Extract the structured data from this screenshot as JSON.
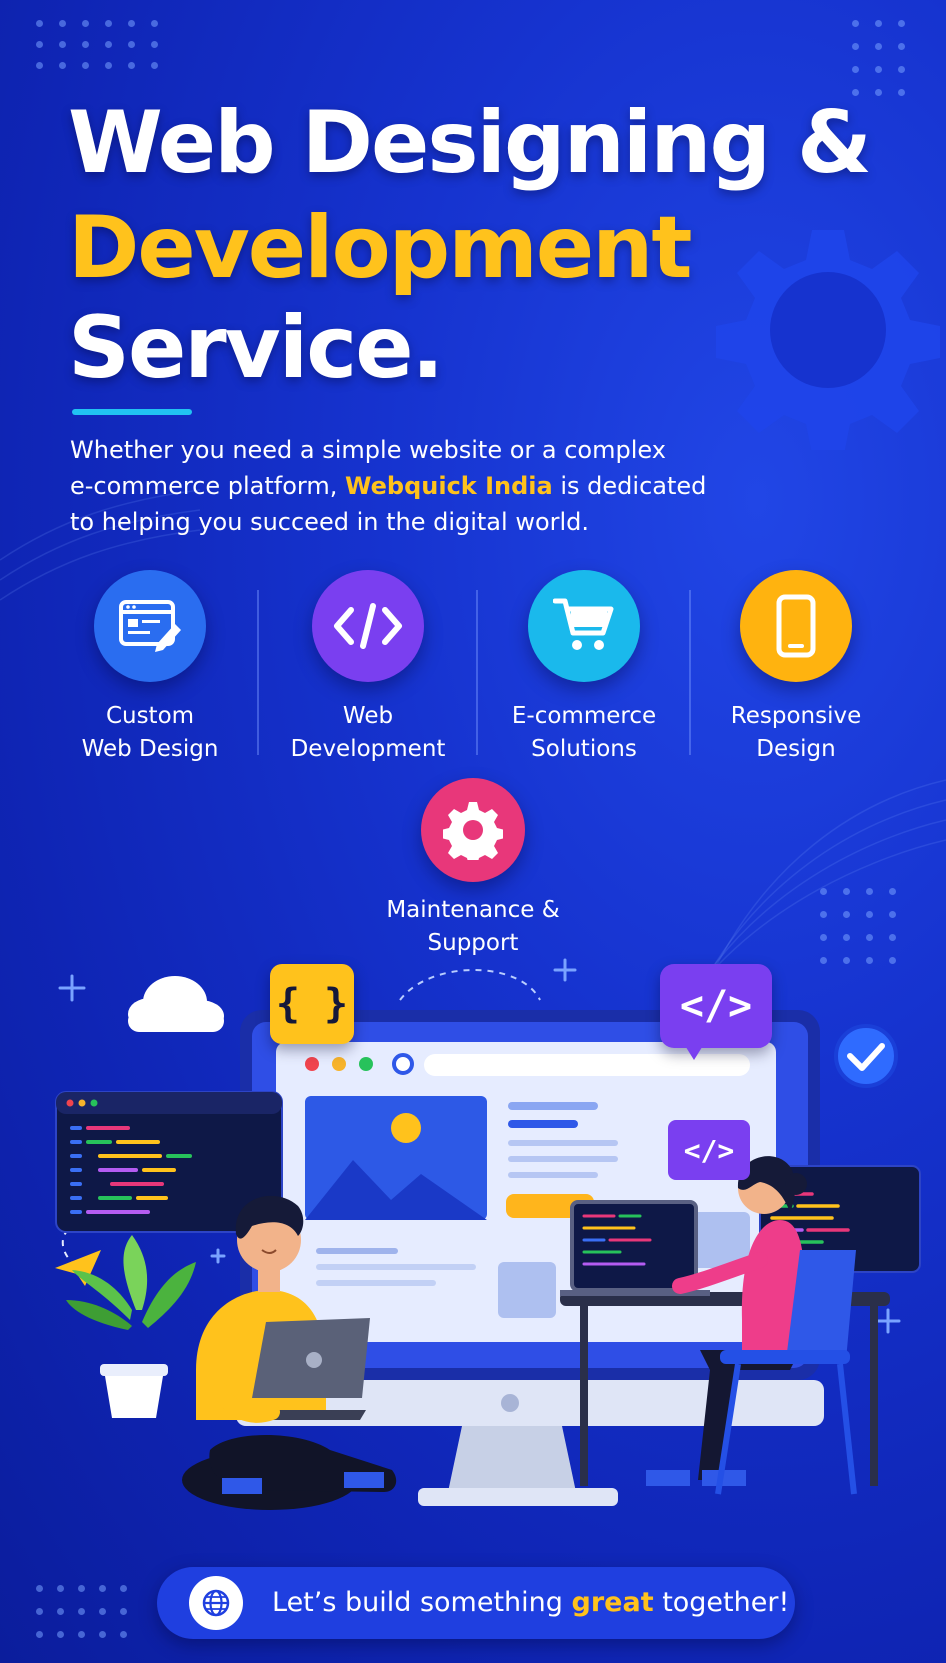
{
  "headline": {
    "line1": "Web Designing &",
    "line2": "Development",
    "line3": "Service."
  },
  "description": {
    "line1": "Whether you need a simple website or a complex",
    "line2_before": "e-commerce platform, ",
    "brand": "Webquick India",
    "line2_after": " is dedicated",
    "line3": "to helping you succeed in the digital world."
  },
  "services": [
    {
      "icon": "web-design-icon",
      "line1": "Custom",
      "line2": "Web Design",
      "color": "#2a6df0"
    },
    {
      "icon": "code-icon",
      "line1": "Web",
      "line2": "Development",
      "color": "#7a3ff0"
    },
    {
      "icon": "cart-icon",
      "line1": "E-commerce",
      "line2": "Solutions",
      "color": "#1ab9ec"
    },
    {
      "icon": "phone-icon",
      "line1": "Responsive",
      "line2": "Design",
      "color": "#ffb30f"
    },
    {
      "icon": "gear-icon",
      "line1": "Maintenance &",
      "line2": "Support",
      "color": "#e8377a"
    }
  ],
  "illustration": {
    "braces_badge": "{ }",
    "code_badge": "</>",
    "screen_code_badge": "</>"
  },
  "cta": {
    "icon": "globe-icon",
    "before": "Let’s build something ",
    "highlight": "great",
    "after": " together!"
  },
  "colors": {
    "background": "#1633cf",
    "accent_yellow": "#ffc21c",
    "accent_cyan": "#21c3f2"
  }
}
